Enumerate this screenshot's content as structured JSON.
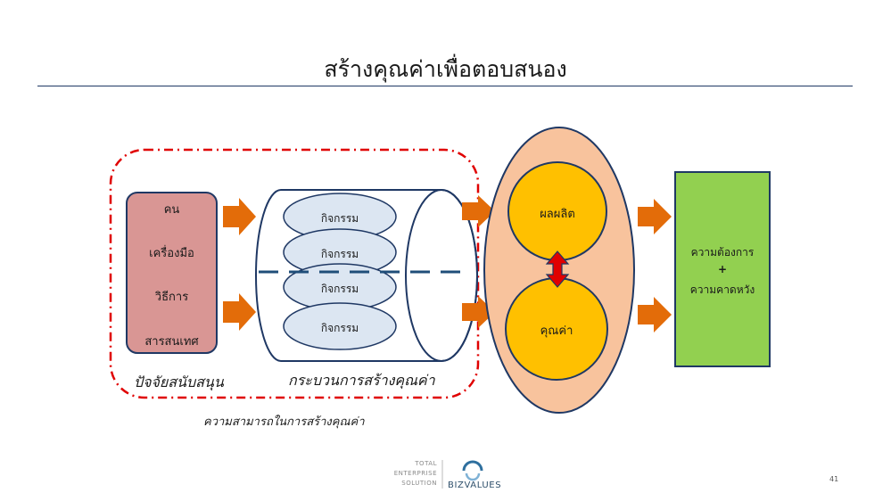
{
  "title": "สร้างคุณค่าเพื่อตอบสนอง",
  "factors": {
    "items": [
      "คน",
      "เครื่องมือ",
      "วิธีการ",
      "สารสนเทศ"
    ],
    "caption": "ปัจจัยสนับสนุน"
  },
  "process": {
    "activities": [
      "กิจกรรม",
      "กิจกรรม",
      "กิจกรรม",
      "กิจกรรม"
    ],
    "caption": "กระบวนการสร้างคุณค่า"
  },
  "capability_caption": "ความสามารถในการสร้างคุณค่า",
  "outputs": {
    "product": "ผลผลิต",
    "value": "คุณค่า"
  },
  "result": {
    "line1": "ความต้องการ",
    "plus": "+",
    "line2": "ความคาดหวัง"
  },
  "footer": {
    "lines": [
      "TOTAL",
      "ENTERPRISE",
      "SOLUTION"
    ],
    "brand": "BIZVALUES",
    "page_number": "41"
  },
  "colors": {
    "factors_fill": "#d99694",
    "activity_fill": "#dce6f2",
    "outcome_fill": "#f8c39d",
    "circle_fill": "#ffc000",
    "result_fill": "#92d050",
    "arrow_fill": "#e36c09",
    "double_arrow": "#e00000",
    "dash_red": "#e00000",
    "outline_blue": "#1f3864"
  }
}
